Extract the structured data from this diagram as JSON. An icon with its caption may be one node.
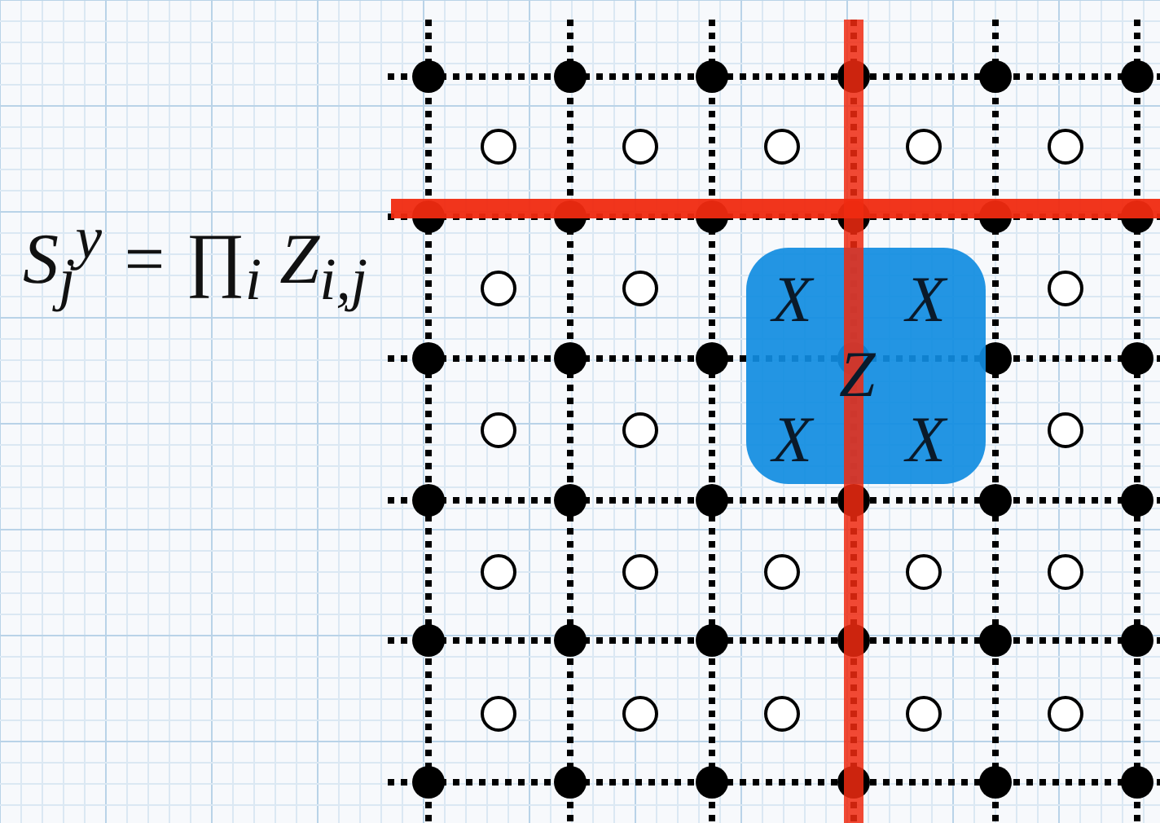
{
  "diagram": {
    "nodes": [
      {
        "text": [
          "X",
          "X",
          "Z",
          "X",
          "X"
        ]
      }
    ],
    "edges": [],
    "labels": [
      "S$_{j}$$^{y}$ = ∏$_{i}$ Z$_{i,j}$"
    ]
  }
}
